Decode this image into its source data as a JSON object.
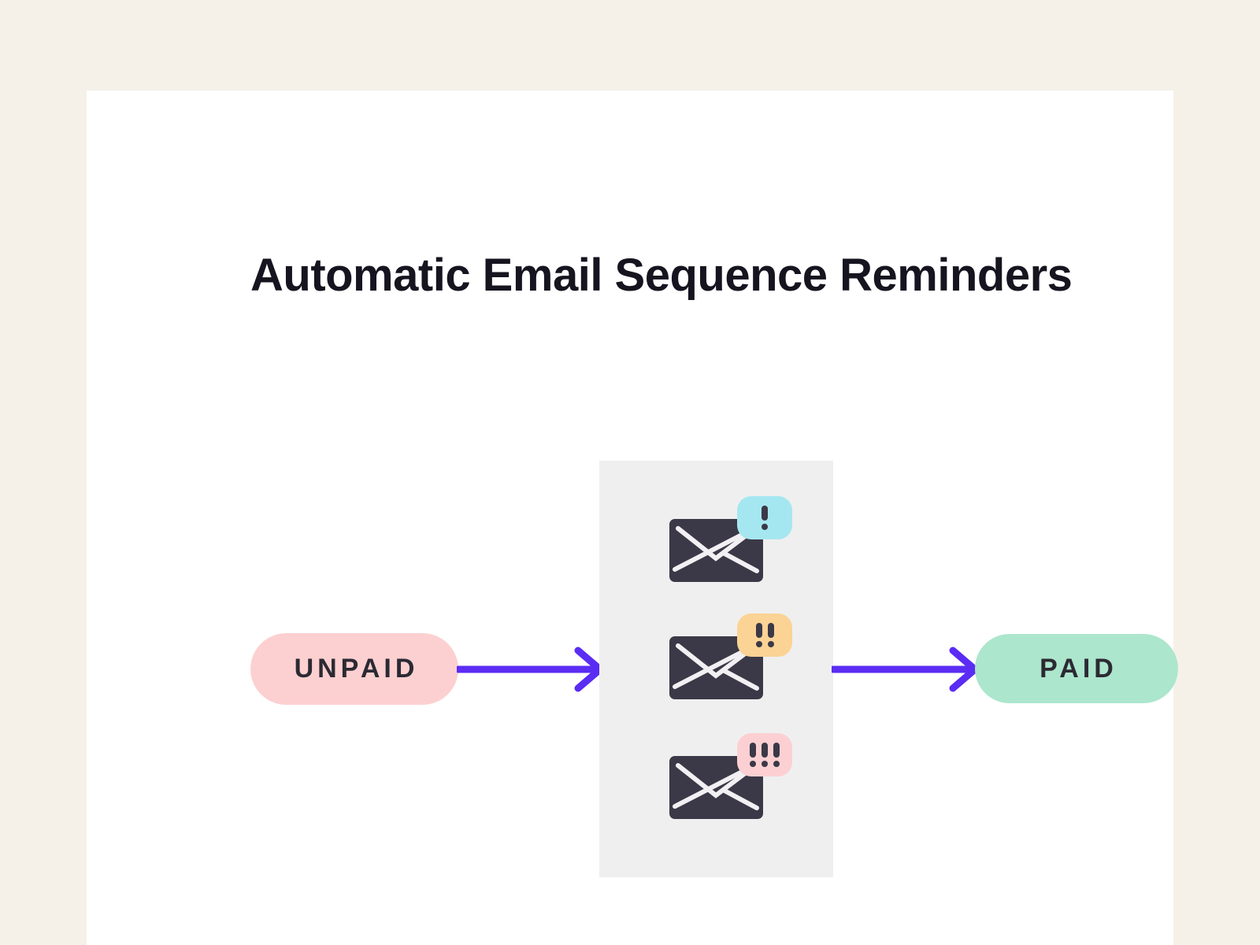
{
  "title": "Automatic Email Sequence Reminders",
  "colors": {
    "page_background": "#F5F1E9",
    "card_background": "#FFFFFF",
    "title_text": "#16141F",
    "arrow": "#5B2CF3",
    "unpaid_pill_bg": "#FCD0D0",
    "paid_pill_bg": "#ACE6CD",
    "pill_text": "#2B2A33",
    "sequence_box_bg": "#EFEFEF",
    "envelope": "#3B3947",
    "envelope_lines": "#F2F0F2",
    "badge_blue": "#A5E7F0",
    "badge_orange": "#FBD394",
    "badge_pink": "#FCD0D2",
    "badge_mark": "#3B3947"
  },
  "flow": {
    "start_label": "UNPAID",
    "end_label": "PAID",
    "emails": [
      {
        "icon": "envelope-icon",
        "urgency": "!",
        "badge_color": "#A5E7F0"
      },
      {
        "icon": "envelope-icon",
        "urgency": "!!",
        "badge_color": "#FBD394"
      },
      {
        "icon": "envelope-icon",
        "urgency": "!!!",
        "badge_color": "#FCD0D2"
      }
    ]
  }
}
